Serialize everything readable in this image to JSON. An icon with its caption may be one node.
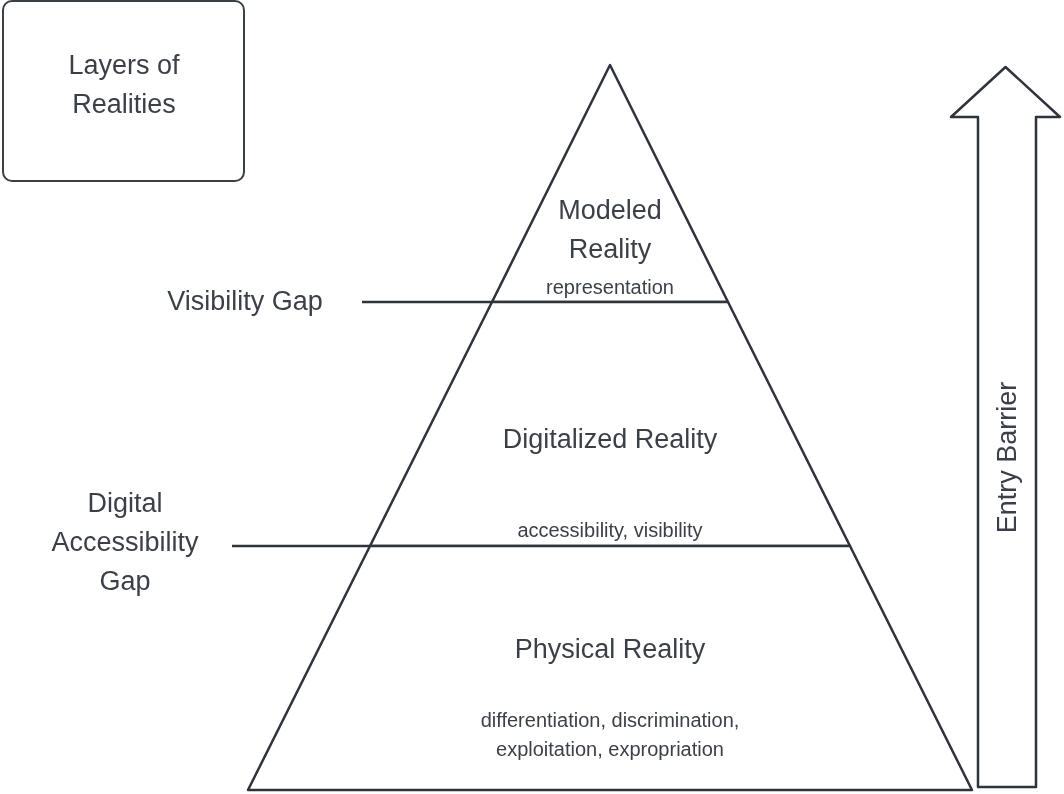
{
  "diagram": {
    "nodes": [
      {
        "text": [
          "Layers of Realities"
        ]
      },
      {
        "text": [
          "Modeled Reality",
          "representation"
        ]
      },
      {
        "text": [
          "Digitalized Reality",
          "accessibility, visibility"
        ]
      },
      {
        "text": [
          "Physical Reality",
          "differentiation, discrimination, exploitation, expropriation"
        ]
      },
      {
        "text": [
          "Visibility Gap"
        ]
      },
      {
        "text": [
          "Digital Accessibility Gap"
        ]
      },
      {
        "text": [
          "Entry Barrier"
        ]
      }
    ],
    "edges": [
      {
        "from": 4,
        "to": 1,
        "arrow": "none"
      },
      {
        "from": 5,
        "to": 3,
        "arrow": "none"
      }
    ]
  }
}
